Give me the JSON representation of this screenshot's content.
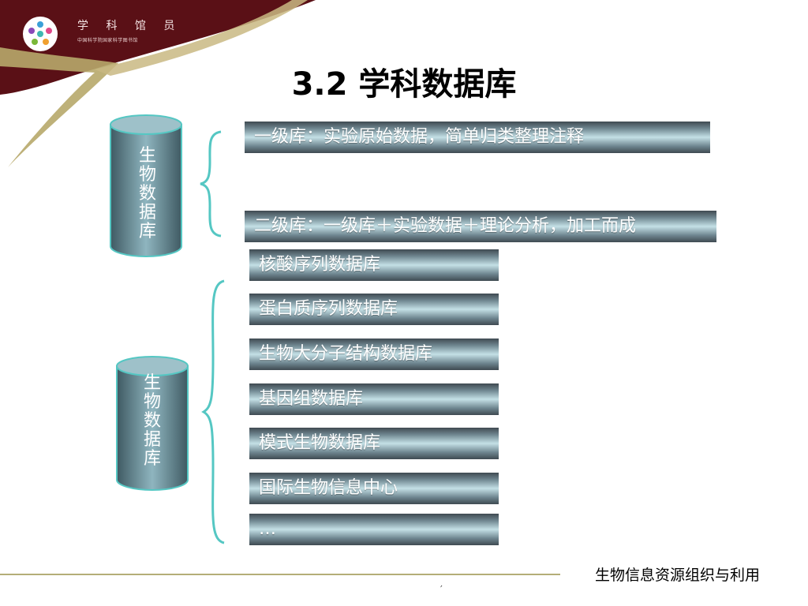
{
  "colors": {
    "maroon": "#5a1016",
    "gold": "#b7a96a",
    "cylinder": "#6c8d97",
    "brace": "#55c7c3",
    "bar_dark": "#3f4a51",
    "bar_light": "#c4e0e6"
  },
  "header": {
    "logo_icon": "people-circle-logo-icon",
    "brand_title": "学 科 馆 员",
    "brand_subtitle": "中国科学院国家科学图书馆"
  },
  "slide": {
    "title": "3.2 学科数据库"
  },
  "top_group": {
    "cylinder_label": "生\n物\n数\n据\n库",
    "levels": [
      "一级库：实验原始数据，简单归类整理注释",
      "二级库：一级库＋实验数据＋理论分析，加工而成"
    ]
  },
  "bottom_group": {
    "cylinder_label": "生\n物\n数\n据\n库",
    "items": [
      "核酸序列数据库",
      "蛋白质序列数据库",
      "生物大分子结构数据库",
      "基因组数据库",
      "模式生物数据库",
      "国际生物信息中心",
      "…"
    ]
  },
  "footer": {
    "course": "生物信息资源组织与利用",
    "mark": "′"
  }
}
